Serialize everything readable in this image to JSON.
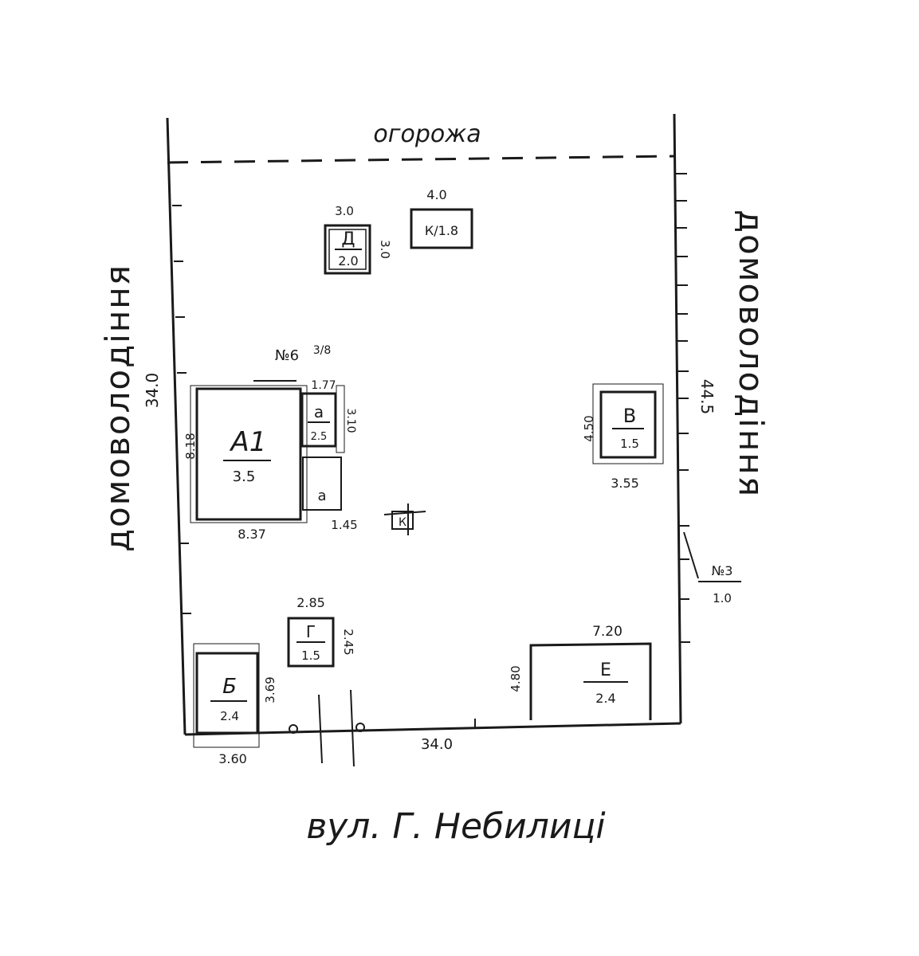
{
  "labels": {
    "top_neighbor": "огорожа",
    "left_neighbor": "домоволодіння",
    "right_neighbor": "домоволодіння",
    "street": "вул. Г. Небилиці",
    "left_length": "34.0",
    "right_length": "44.5",
    "bottom_length": "34.0"
  },
  "buildings": {
    "A1": {
      "letter": "А1",
      "value": "3.5",
      "width": "8.37",
      "depth": "8.18"
    },
    "a": {
      "letter": "а",
      "value": "2.5",
      "width": "1.77",
      "depth": "3.10"
    },
    "a1": {
      "letter": "а",
      "width": "1.45"
    },
    "lit_v": {
      "letter": "В",
      "value": "1.5",
      "width": "3.55",
      "depth": "4.50"
    },
    "lit_b": {
      "letter": "Б",
      "value": "2.4",
      "width": "3.60",
      "depth": "3.69"
    },
    "lit_g": {
      "letter": "Г",
      "value": "1.5",
      "width": "2.85",
      "depth": "2.45"
    },
    "lit_ye": {
      "letter": "Е",
      "value": "2.4",
      "width": "7.20",
      "depth": "4.80"
    },
    "lit_d": {
      "letter": "Д",
      "value": "2.0",
      "width": "3.0",
      "depth": "3.0"
    },
    "lit_k": {
      "value": "К/1.8",
      "width": "4.0"
    },
    "well": {
      "label": "К"
    },
    "house_no": {
      "label": "№6",
      "frac": "3/8"
    },
    "wc": {
      "label": "№3",
      "value": "1.0"
    }
  }
}
